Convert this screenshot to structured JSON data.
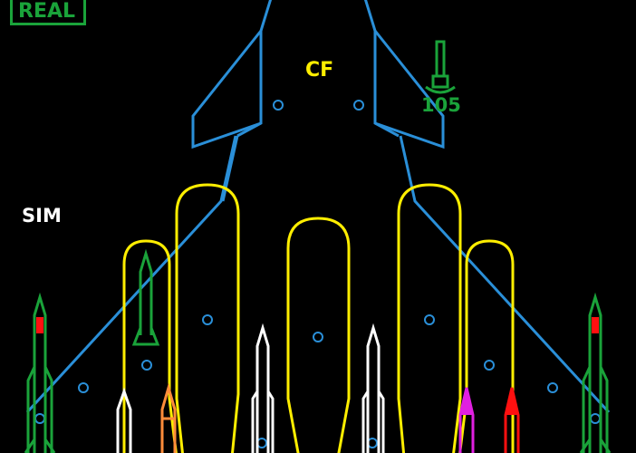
{
  "display": {
    "mode_label": "REAL",
    "sim_label": "SIM",
    "center_label": "CF",
    "fuel_value": "105"
  },
  "colors": {
    "background": "#000000",
    "airframe": "#2a8fd8",
    "pylon": "#ffee00",
    "real_mode": "#1aa33a",
    "missile_white": "#ffffff",
    "missile_orange": "#ff8c3a",
    "missile_magenta": "#e020e0",
    "missile_red": "#ff1010",
    "missile_green": "#1aa33a"
  },
  "stores": {
    "stations": [
      {
        "station": "left-wingtip",
        "weapon": "missile-green"
      },
      {
        "station": "left-outboard",
        "weapon": "missile-green"
      },
      {
        "station": "left-inboard-a",
        "weapon": "missile-white"
      },
      {
        "station": "left-inboard-b",
        "weapon": "missile-orange"
      },
      {
        "station": "left-center",
        "weapon": "missile-white"
      },
      {
        "station": "right-center",
        "weapon": "missile-white"
      },
      {
        "station": "right-inboard-a",
        "weapon": "missile-magenta"
      },
      {
        "station": "right-inboard-b",
        "weapon": "missile-red"
      },
      {
        "station": "right-wingtip",
        "weapon": "missile-green"
      }
    ]
  }
}
